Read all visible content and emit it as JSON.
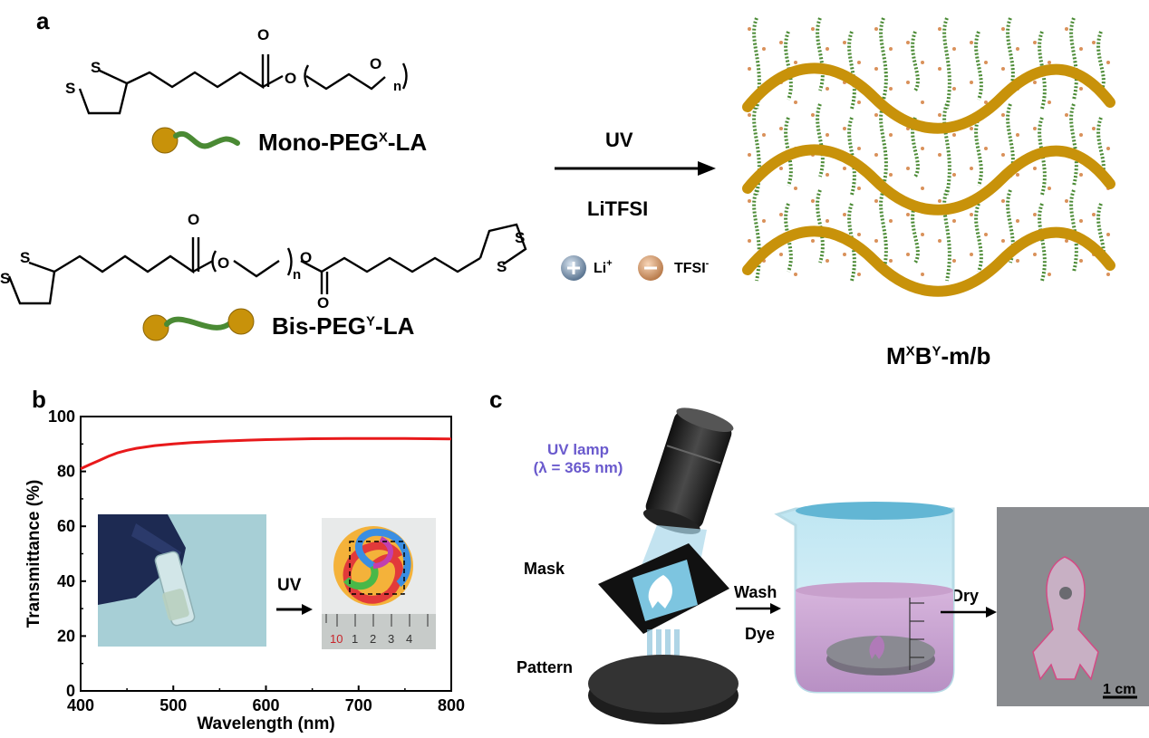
{
  "panel_a": {
    "label": "a",
    "mono_label": "Mono-PEGX-LA",
    "mono_base": "Mono-PEG",
    "mono_sup": "X",
    "mono_tail": "-LA",
    "bis_label": "Bis-PEGY-LA",
    "bis_base": "Bis-PEG",
    "bis_sup": "Y",
    "bis_tail": "-LA",
    "arrow_top": "UV",
    "arrow_bottom": "LiTFSI",
    "li_label": "Li+",
    "tfsi_label": "TFSI-",
    "product_label": "MXBY-m/b",
    "product_m": "M",
    "product_x": "X",
    "product_b": "B",
    "product_y": "Y",
    "product_tail": "-m/b",
    "atom_s": "S",
    "atom_o": "O",
    "sub_n": "n"
  },
  "panel_b": {
    "label": "b",
    "inset_arrow": "UV",
    "ruler_numbers": [
      "10",
      "1",
      "2",
      "3",
      "4"
    ]
  },
  "panel_c": {
    "label": "c",
    "uv_lamp": "UV lamp",
    "uv_wavelength": "(λ = 365 nm)",
    "mask": "Mask",
    "pattern": "Pattern",
    "wash": "Wash",
    "dye": "Dye",
    "dry": "Dry",
    "scale_bar": "1 cm"
  },
  "chart_data": {
    "type": "line",
    "title": "",
    "xlabel": "Wavelength (nm)",
    "ylabel": "Transmittance (%)",
    "xlim": [
      400,
      800
    ],
    "ylim": [
      0,
      100
    ],
    "xticks": [
      400,
      500,
      600,
      700,
      800
    ],
    "yticks": [
      0,
      20,
      40,
      60,
      80,
      100
    ],
    "series": [
      {
        "color": "#e8191b",
        "x": [
          400,
          410,
          420,
          430,
          440,
          450,
          460,
          480,
          500,
          520,
          550,
          580,
          600,
          650,
          700,
          750,
          800
        ],
        "y": [
          81.0,
          82.5,
          84.0,
          85.5,
          86.8,
          87.7,
          88.4,
          89.4,
          90.0,
          90.5,
          91.0,
          91.4,
          91.6,
          91.9,
          92.0,
          92.0,
          91.8
        ]
      }
    ]
  },
  "colors": {
    "curve": "#e8191b",
    "gold": "#c8920a",
    "chain_green": "#4a8a34",
    "uv_purple": "#6a5acd",
    "liquid_pink": "#c8a0c8"
  }
}
